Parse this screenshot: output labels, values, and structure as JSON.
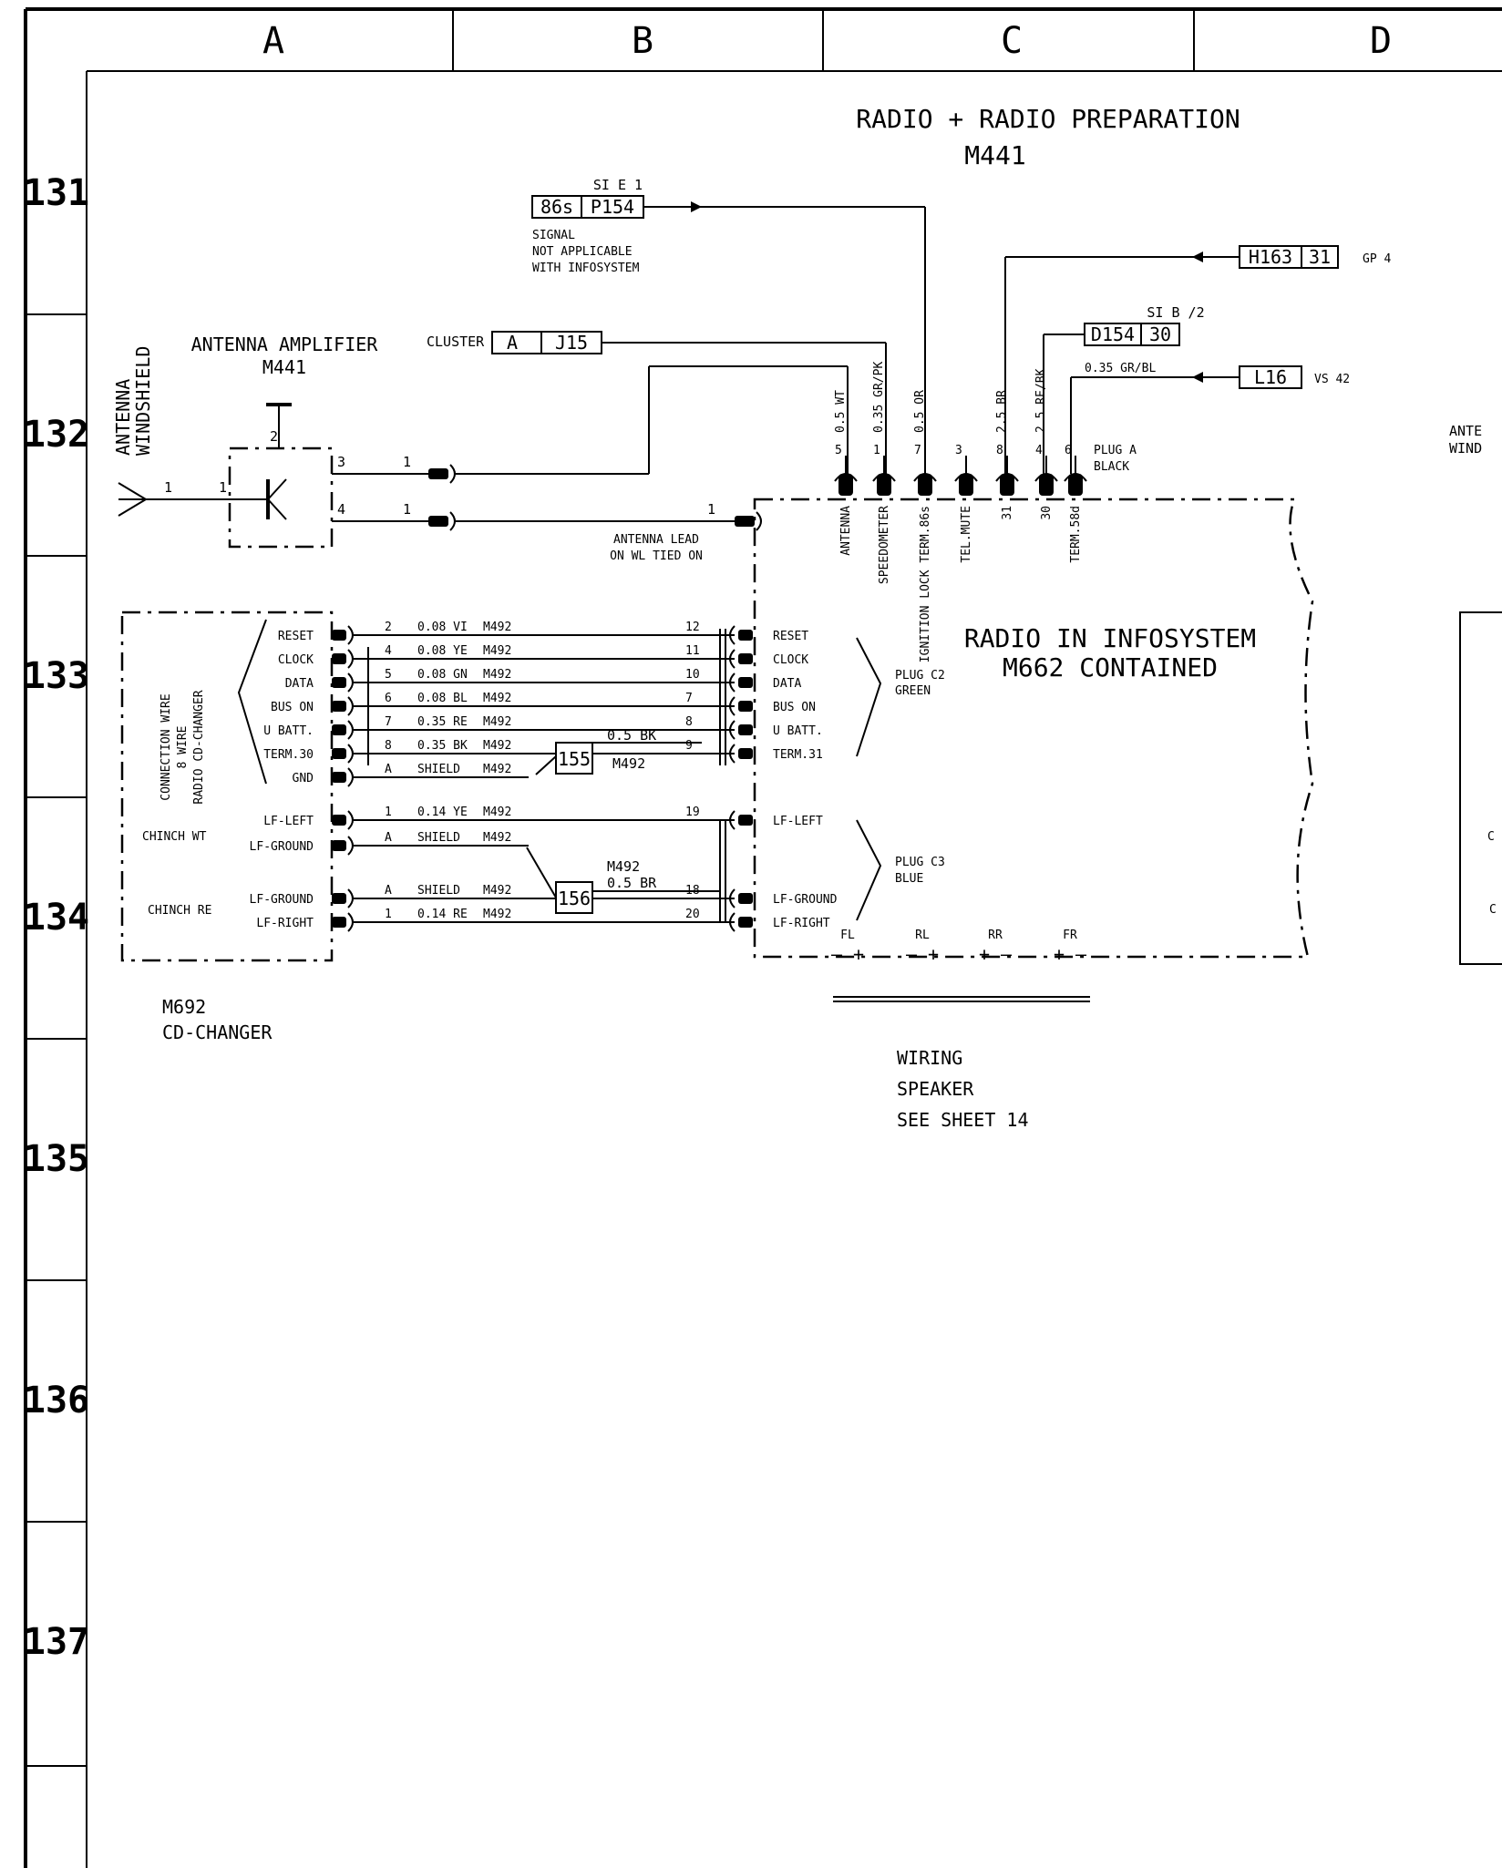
{
  "columns": [
    "A",
    "B",
    "C",
    "D"
  ],
  "rows": [
    "131",
    "132",
    "133",
    "134",
    "135",
    "136",
    "137"
  ],
  "title": {
    "line1": "RADIO  +  RADIO PREPARATION",
    "line2": "M441"
  },
  "signal_86s": {
    "fuse": "SI  E 1",
    "pin": "86s",
    "code": "P154",
    "note1": "SIGNAL",
    "note2": "NOT APPLICABLE",
    "note3": "WITH INFOSYSTEM"
  },
  "h163": {
    "code": "H163",
    "pin": "31",
    "ref": "GP 4"
  },
  "d154": {
    "fuse": "SI  B /2",
    "code": "D154",
    "pin": "30"
  },
  "l16": {
    "wire": "0.35 GR/BL",
    "code": "L16",
    "ref": "VS 42"
  },
  "cluster": {
    "label": "CLUSTER",
    "pin": "A",
    "code": "J15"
  },
  "amplifier": {
    "line1": "ANTENNA AMPLIFIER",
    "line2": "M441",
    "pin1": "1",
    "pin2": "2",
    "pin3": "3",
    "pin4": "4",
    "out1": "1",
    "out2": "1"
  },
  "antenna_ws": {
    "line1": "ANTENNA",
    "line2": "WINDSHIELD",
    "pin": "1"
  },
  "antenna_lead": {
    "line1": "ANTENNA LEAD",
    "line2": "ON WL TIED ON",
    "pin": "1"
  },
  "plug_a": {
    "line1": "PLUG A",
    "line2": "BLACK",
    "wires": [
      {
        "pin": "5",
        "wire": "0.5 WT",
        "label": "ANTENNA"
      },
      {
        "pin": "1",
        "wire": "0.35 GR/PK",
        "label": "SPEEDOMETER"
      },
      {
        "pin": "7",
        "wire": "0.5 OR",
        "label": "IGNITION LOCK TERM.86s"
      },
      {
        "pin": "3",
        "wire": "",
        "label": "TEL.MUTE"
      },
      {
        "pin": "8",
        "wire": "2.5 BR",
        "label": "31"
      },
      {
        "pin": "4",
        "wire": "2.5 RE/BK",
        "label": "30"
      },
      {
        "pin": "6",
        "wire": "",
        "label": "TERM.58d"
      }
    ]
  },
  "radio": {
    "line1": "RADIO IN INFOSYSTEM",
    "line2": "M662 CONTAINED"
  },
  "plug_c2": {
    "line1": "PLUG C2",
    "line2": "GREEN"
  },
  "plug_c3": {
    "line1": "PLUG C3",
    "line2": "BLUE"
  },
  "cd_changer_conn": {
    "line1": "CONNECTION WIRE",
    "line2": "8 WIRE",
    "line3": "RADIO  CD-CHANGER"
  },
  "c2_rows": [
    {
      "left": "RESET",
      "pin": "2",
      "wire": "0.08 VI",
      "cable": "M492",
      "rpin": "12",
      "right": "RESET"
    },
    {
      "left": "CLOCK",
      "pin": "4",
      "wire": "0.08 YE",
      "cable": "M492",
      "rpin": "11",
      "right": "CLOCK"
    },
    {
      "left": "DATA",
      "pin": "5",
      "wire": "0.08 GN",
      "cable": "M492",
      "rpin": "10",
      "right": "DATA"
    },
    {
      "left": "BUS ON",
      "pin": "6",
      "wire": "0.08 BL",
      "cable": "M492",
      "rpin": "7",
      "right": "BUS ON"
    },
    {
      "left": "U BATT.",
      "pin": "7",
      "wire": "0.35 RE",
      "cable": "M492",
      "rpin": "8",
      "right": "U BATT."
    },
    {
      "left": "TERM.30",
      "pin": "8",
      "wire": "0.35 BK",
      "cable": "M492",
      "rpin": "9",
      "right": "TERM.31"
    },
    {
      "left": "GND",
      "pin": "A",
      "wire": "SHIELD",
      "cable": "M492",
      "rpin": "",
      "right": ""
    }
  ],
  "ground_155": {
    "id": "155",
    "wire": "0.5 BK",
    "cable": "M492"
  },
  "c3_rows": [
    {
      "left": "LF-LEFT",
      "pin": "1",
      "wire": "0.14 YE",
      "cable": "M492",
      "rpin": "19",
      "right": "LF-LEFT"
    },
    {
      "left": "LF-GROUND",
      "pin": "A",
      "wire": "SHIELD",
      "cable": "M492",
      "rpin": "",
      "right": ""
    },
    {
      "left": "LF-GROUND",
      "pin": "A",
      "wire": "SHIELD",
      "cable": "M492",
      "rpin": "18",
      "right": "LF-GROUND"
    },
    {
      "left": "LF-RIGHT",
      "pin": "1",
      "wire": "0.14 RE",
      "cable": "M492",
      "rpin": "20",
      "right": "LF-RIGHT"
    }
  ],
  "ground_156": {
    "id": "156",
    "wire": "0.5 BR",
    "cable": "M492"
  },
  "chinch": {
    "wt": "CHINCH WT",
    "re": "CHINCH RE"
  },
  "cd_changer": {
    "line1": "M692",
    "line2": "CD-CHANGER"
  },
  "speakers": [
    {
      "name": "FL",
      "pol": "– +"
    },
    {
      "name": "RL",
      "pol": "– +"
    },
    {
      "name": "RR",
      "pol": "+ –"
    },
    {
      "name": "FR",
      "pol": "+ –"
    }
  ],
  "wiring_note": {
    "line1": "WIRING",
    "line2": "SPEAKER",
    "line3": "SEE SHEET 14"
  },
  "next_sheet": {
    "line1": "ANTE",
    "line2": "WIND",
    "c1": "C",
    "c2": "C"
  }
}
